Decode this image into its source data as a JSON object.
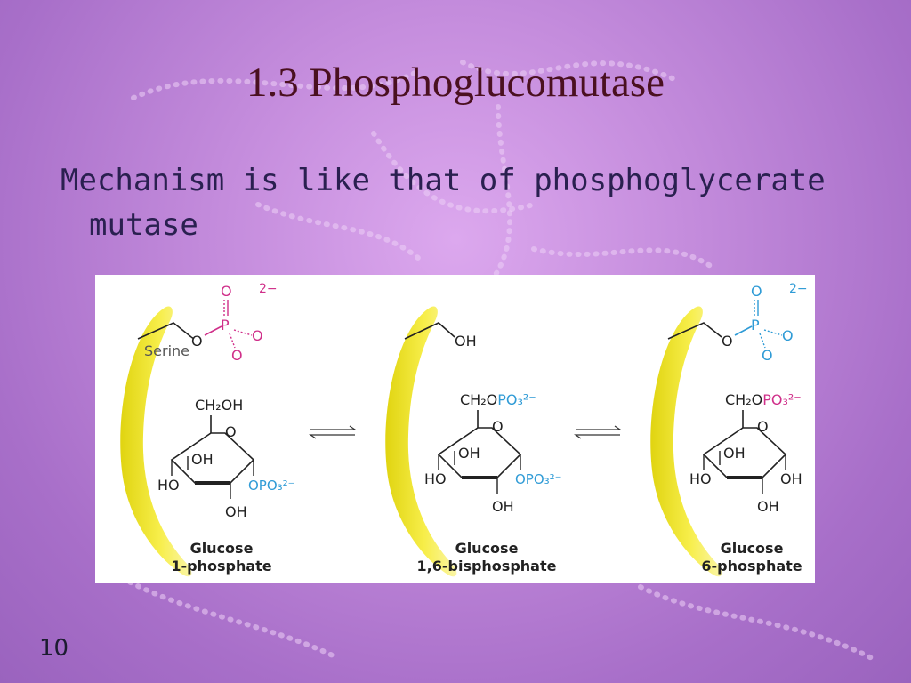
{
  "slide": {
    "title": "1.3 Phosphoglucomutase",
    "body_line1": "Mechanism is like that of phosphoglycerate",
    "body_line2": "mutase",
    "page_number": "10"
  },
  "figure": {
    "colors": {
      "enzyme": "#f4ea3a",
      "phosphate": "#d0308a",
      "phospho_group": "#2f9bd6",
      "bond": "#222222"
    },
    "panels": [
      {
        "serine_label": "Serine",
        "side_chain_o": "O",
        "p_label": "P",
        "o_top": "O",
        "o_right": "O",
        "o_bottom": "O",
        "charge": "2−",
        "c6_label": "CH₂OH",
        "ring_o": "O",
        "c3_oh": "OH",
        "c4_ho": "HO",
        "c2_oh": "OH",
        "c1_sub": "OPO₃²⁻",
        "name_line1": "Glucose",
        "name_line2": "1-phosphate"
      },
      {
        "serine_oh": "OH",
        "c6_prefix": "CH₂O",
        "c6_phospho": "PO₃²⁻",
        "ring_o": "O",
        "c3_oh": "OH",
        "c4_ho": "HO",
        "c2_oh": "OH",
        "c1_sub": "OPO₃²⁻",
        "name_line1": "Glucose",
        "name_line2": "1,6-bisphosphate"
      },
      {
        "side_chain_o": "O",
        "p_label": "P",
        "o_top": "O",
        "o_right": "O",
        "o_bottom": "O",
        "charge": "2−",
        "c6_prefix": "CH₂O",
        "c6_phospho": "PO₃²⁻",
        "ring_o": "O",
        "c3_oh": "OH",
        "c4_ho": "HO",
        "c2_oh": "OH",
        "c1_oh": "OH",
        "name_line1": "Glucose",
        "name_line2": "6-phosphate"
      }
    ]
  }
}
